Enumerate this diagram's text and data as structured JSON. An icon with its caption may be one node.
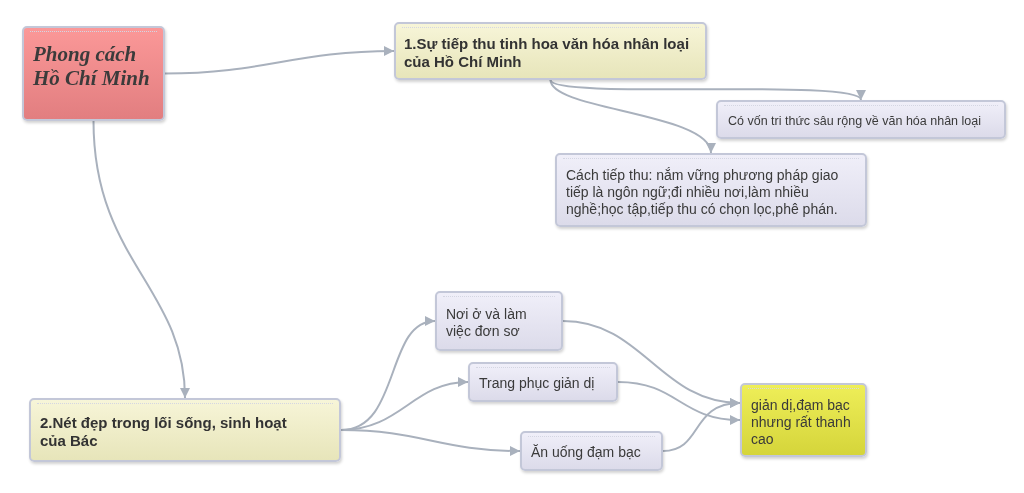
{
  "diagram": {
    "nodes": [
      {
        "text": [
          "Phong cách Hồ Chí Minh"
        ]
      },
      {
        "text": [
          "1.Sự tiếp thu tinh hoa văn hóa nhân loại của Hồ Chí Minh"
        ]
      },
      {
        "text": [
          "Có vốn tri thức sâu rộng về văn hóa nhân loại"
        ]
      },
      {
        "text": [
          "Cách tiếp thu: nắm vững phương pháp giao tiếp là ngôn ngữ;đi nhiều nơi,làm nhiều nghề;học tập,tiếp thu có chọn lọc,phê phán."
        ]
      },
      {
        "text": [
          "2.Nét đẹp trong lối sống, sinh hoạt của Bác"
        ]
      },
      {
        "text": [
          "Nơi ở và làm việc đơn sơ"
        ]
      },
      {
        "text": [
          "Trang phục giản dị"
        ]
      },
      {
        "text": [
          "Ăn uống đạm bạc"
        ]
      },
      {
        "text": [
          "giản dị,đạm bạc nhưng rất thanh cao"
        ]
      }
    ],
    "edges": [
      {
        "from": 0,
        "to": 1,
        "arrow": "to"
      },
      {
        "from": 0,
        "to": 4,
        "arrow": "to"
      },
      {
        "from": 1,
        "to": 2,
        "arrow": "to"
      },
      {
        "from": 1,
        "to": 3,
        "arrow": "to"
      },
      {
        "from": 4,
        "to": 5,
        "arrow": "to"
      },
      {
        "from": 4,
        "to": 6,
        "arrow": "to"
      },
      {
        "from": 4,
        "to": 7,
        "arrow": "to"
      },
      {
        "from": 5,
        "to": 8,
        "arrow": "to"
      },
      {
        "from": 6,
        "to": 8,
        "arrow": "to"
      },
      {
        "from": 7,
        "to": 8,
        "arrow": "to"
      }
    ]
  }
}
